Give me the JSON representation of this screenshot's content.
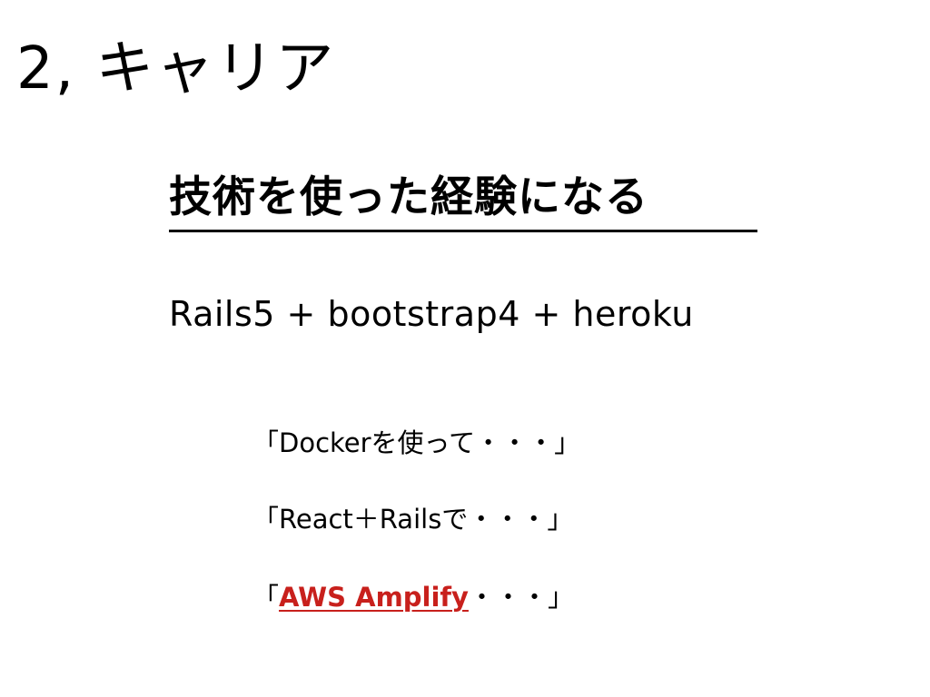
{
  "slide": {
    "title": "2, キャリア",
    "subtitle": "技術を使った経験になる",
    "stack": "Rails5 + bootstrap4 + heroku",
    "quotes": [
      {
        "open": "「",
        "text": "Dockerを使って・・・",
        "close": "」"
      },
      {
        "open": "「",
        "text": "React＋Railsで・・・",
        "close": "」"
      },
      {
        "open": "「",
        "highlight": "AWS Amplify",
        "rest": "・・・",
        "close": "」"
      }
    ],
    "colors": {
      "background": "#ffffff",
      "text": "#000000",
      "highlight": "#c8201c"
    }
  }
}
